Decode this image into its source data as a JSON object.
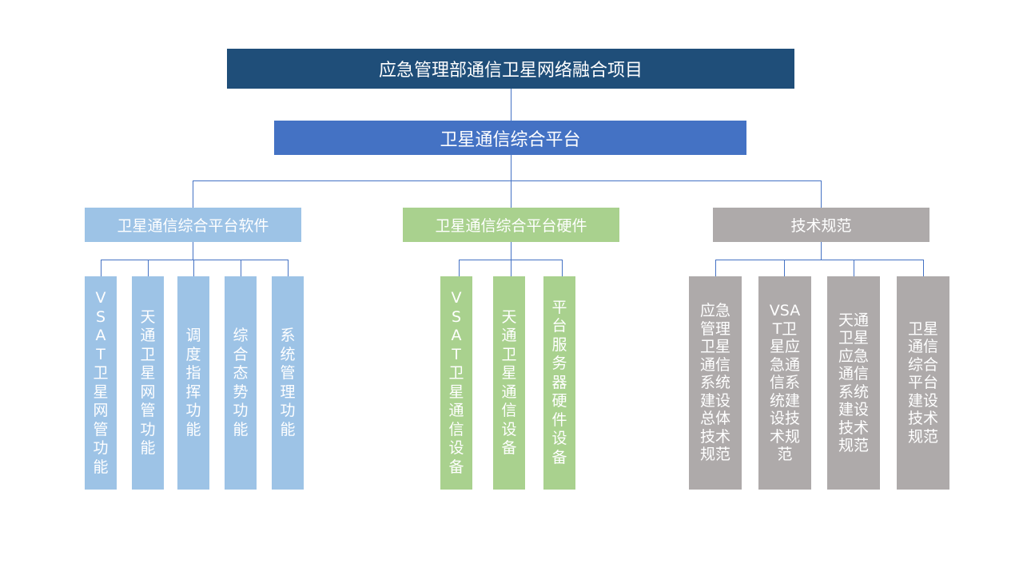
{
  "diagram": {
    "root": "应急管理部通信卫星网络融合项目",
    "platform": "卫星通信综合平台",
    "categories": [
      {
        "label": "卫星通信综合平台软件",
        "items": [
          "VSAT卫星网管功能",
          "天通卫星网管功能",
          "调度指挥功能",
          "综合态势功能",
          "系统管理功能"
        ]
      },
      {
        "label": "卫星通信综合平台硬件",
        "items": [
          "VSAT卫星通信设备",
          "天通卫星通信设备",
          "平台服务器硬件设备"
        ]
      },
      {
        "label": "技术规范",
        "items": [
          "应急管理卫星通信系统建设总体技术规范",
          "VSAT卫星应急通信系统建设技术规范",
          "天通卫星应急通信系统建设技术规范",
          "卫星通信综合平台建设技术规范"
        ]
      }
    ]
  },
  "colors": {
    "root": "#1f4e79",
    "platform": "#4472c4",
    "software": "#9dc3e6",
    "hardware": "#a9d18e",
    "spec": "#aeaaaa",
    "connector": "#4472c4"
  }
}
